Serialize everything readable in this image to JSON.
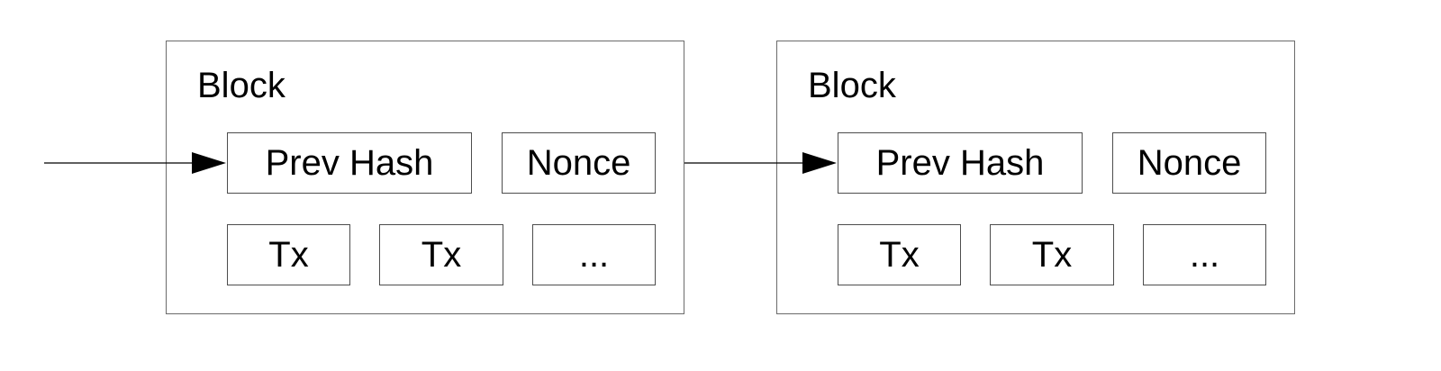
{
  "diagram": {
    "blocks": [
      {
        "title": "Block",
        "prev_hash": "Prev Hash",
        "nonce": "Nonce",
        "tx": [
          "Tx",
          "Tx",
          "..."
        ]
      },
      {
        "title": "Block",
        "prev_hash": "Prev Hash",
        "nonce": "Nonce",
        "tx": [
          "Tx",
          "Tx",
          "..."
        ]
      }
    ],
    "colors": {
      "stroke": "#000000",
      "block_border": "#6b6b6b",
      "field_border": "#4d4d4d",
      "background": "#ffffff"
    }
  }
}
